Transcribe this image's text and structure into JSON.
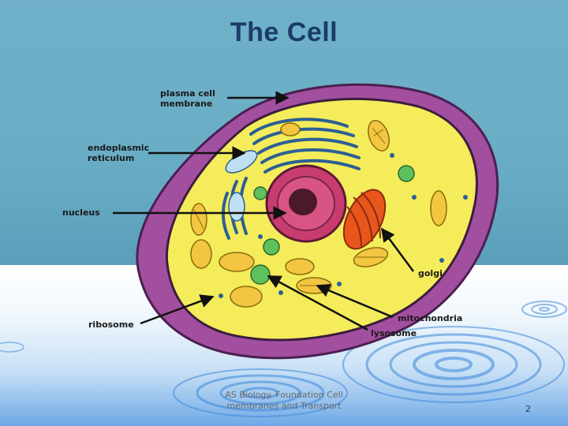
{
  "slide": {
    "title": "The Cell",
    "labels": {
      "plasma_membrane_line1": "plasma cell",
      "plasma_membrane_line2": "membrane",
      "er_line1": "endoplasmic",
      "er_line2": "reticulum",
      "nucleus": "nucleus",
      "golgi": "golgi",
      "ribosome": "ribosome",
      "mitochondria": "mitochondria",
      "lysosome": "lysosome"
    },
    "footer_line1": "AS Biology. Foundation Cell",
    "footer_line2": "membranes and Transport",
    "page_number": "2"
  }
}
